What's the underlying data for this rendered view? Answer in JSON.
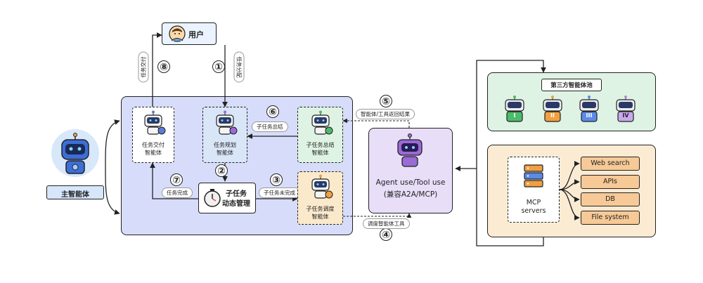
{
  "user": {
    "label": "用户"
  },
  "main_agent": {
    "label": "主智能体"
  },
  "steps": {
    "s1": "①",
    "s2": "②",
    "s3": "③",
    "s4": "④",
    "s5": "⑤",
    "s6": "⑥",
    "s7": "⑦",
    "s8": "⑧"
  },
  "edge_labels": {
    "task_deliver_vertical": "任务交付",
    "task_assign_vertical": "任务分配",
    "subtask_summary": "子任务总结",
    "task_done": "任务完成",
    "subtask_not_done": "子任务未完成",
    "agent_tool_result": "智能体/工具返回结果",
    "schedule_agent_tool": "调度智能体工具"
  },
  "agents": {
    "delivery": {
      "line1": "任务交付",
      "line2": "智能体"
    },
    "planning": {
      "line1": "任务规划",
      "line2": "智能体"
    },
    "summary": {
      "line1": "子任务总结",
      "line2": "智能体"
    },
    "schedule": {
      "line1": "子任务调度",
      "line2": "智能体"
    }
  },
  "dynamic_mgmt": {
    "line1": "子任务",
    "line2": "动态管理"
  },
  "agent_use": {
    "line1": "Agent use/Tool use",
    "line2": "(兼容A2A/MCP)"
  },
  "third_party": {
    "title": "第三方智能体池",
    "robots": [
      "I",
      "II",
      "III",
      "IV"
    ]
  },
  "mcp": {
    "line1": "MCP",
    "line2": "servers"
  },
  "tools": [
    "Web search",
    "APIs",
    "DB",
    "File system"
  ],
  "colors": {
    "main_panel": "#d6dcfa",
    "planning_bg": "#d9e6f7",
    "summary_bg": "#dff3e4",
    "schedule_bg": "#fbe9cc",
    "agent_use_bg": "#e8def8",
    "third_party_bg": "#dff3e4",
    "mcp_panel_bg": "#fcebd3",
    "tool_bg": "#f6c997"
  }
}
